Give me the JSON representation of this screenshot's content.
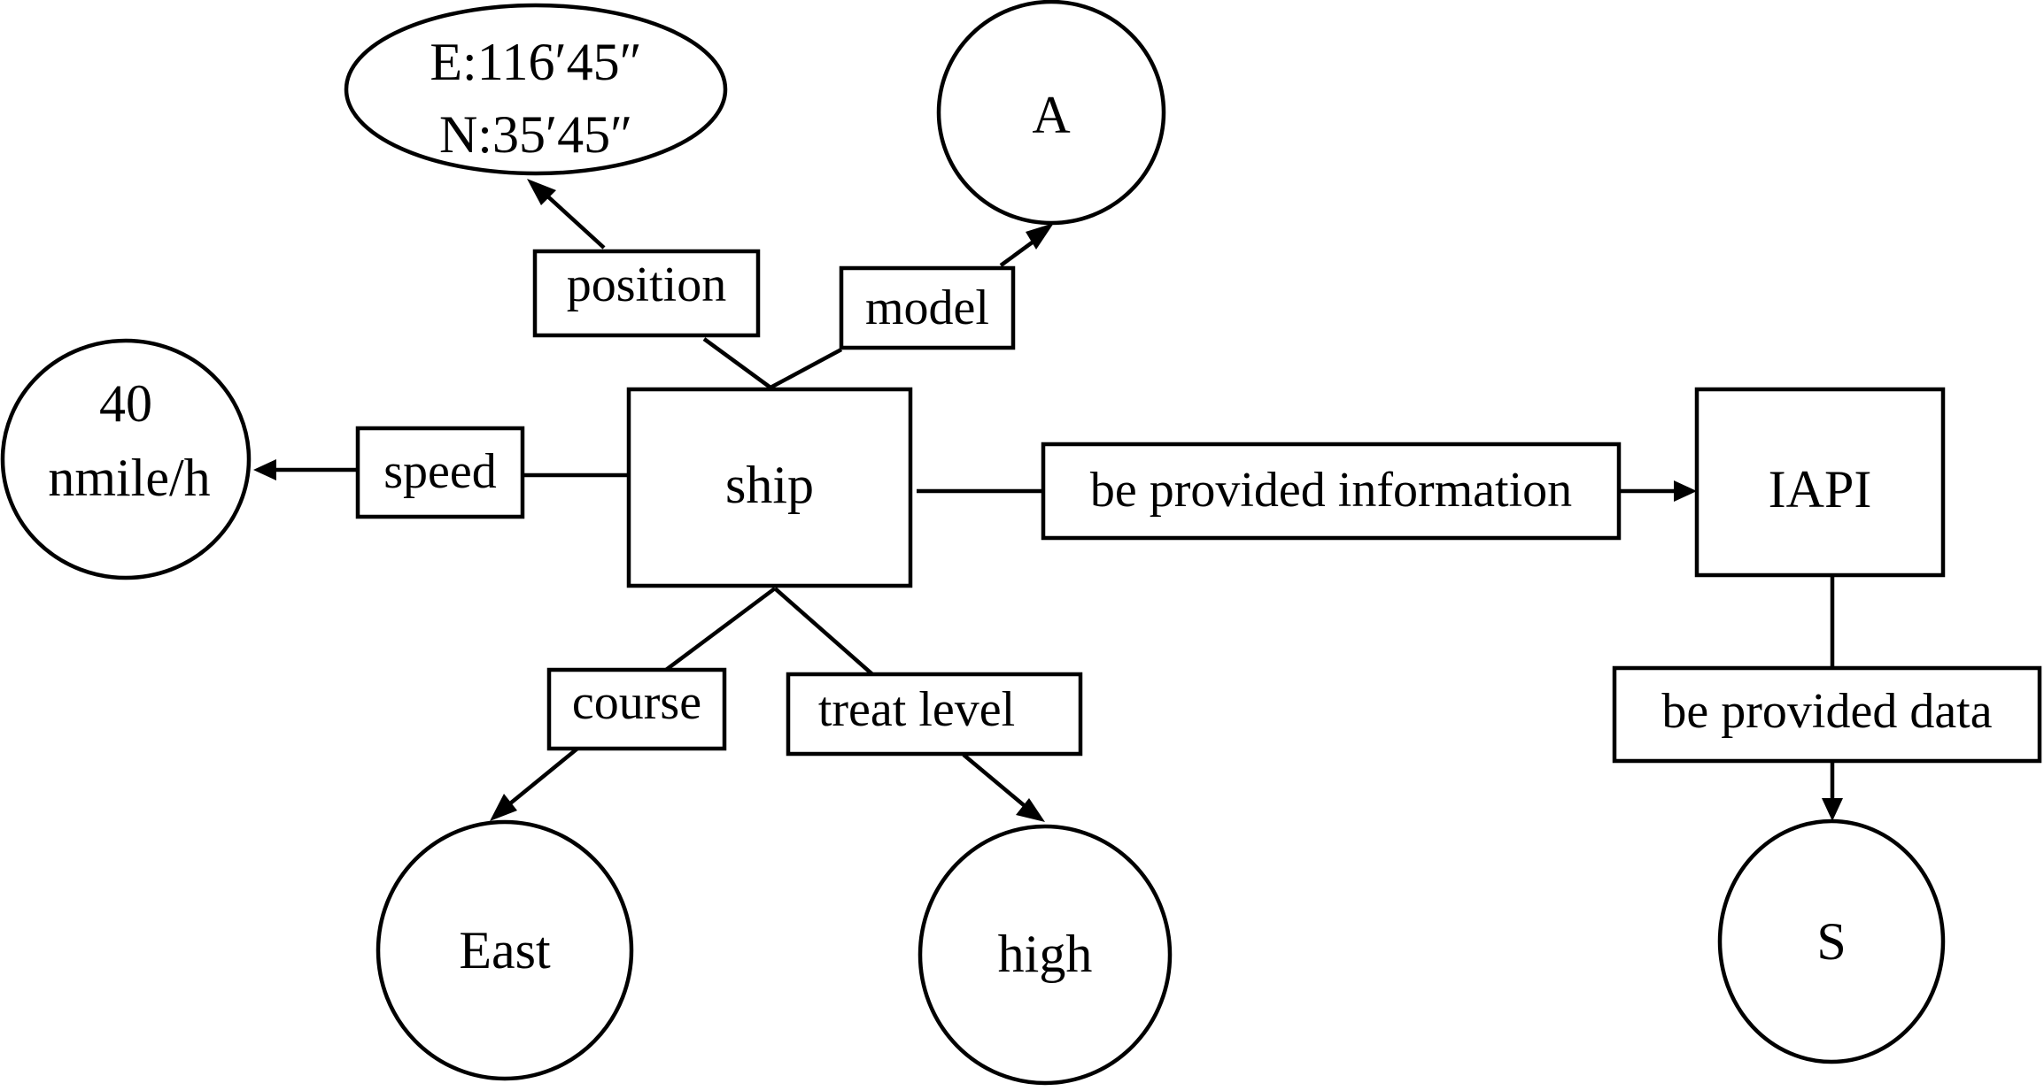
{
  "nodes": {
    "ship": "ship",
    "iapi": "IAPI",
    "position_value": [
      "E:116′45″",
      "N:35′45″"
    ],
    "model_value": "A",
    "speed_value": [
      "40",
      "nmile/h"
    ],
    "course_value": "East",
    "threat_value": "high",
    "data_value": "S"
  },
  "edges": {
    "position": "position",
    "model": "model",
    "speed": "speed",
    "course": "course",
    "treat_level": "treat level",
    "be_provided_information": "be provided information",
    "be_provided_data": "be provided data"
  }
}
